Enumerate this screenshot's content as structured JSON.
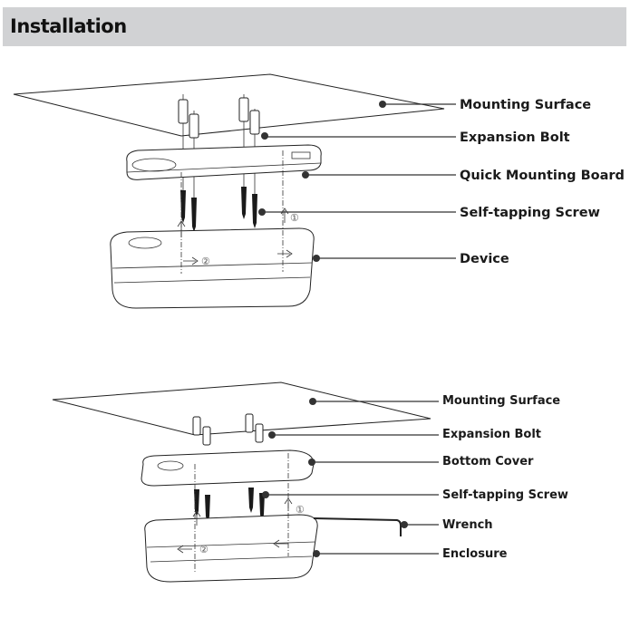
{
  "header": {
    "title": "Installation"
  },
  "diagram_top": {
    "callouts": [
      {
        "label": "Mounting Surface"
      },
      {
        "label": "Expansion Bolt"
      },
      {
        "label": "Quick Mounting Board"
      },
      {
        "label": "Self-tapping Screw"
      },
      {
        "label": "Device"
      }
    ],
    "step_markers": [
      "①",
      "②"
    ]
  },
  "diagram_bottom": {
    "callouts": [
      {
        "label": "Mounting Surface"
      },
      {
        "label": "Expansion Bolt"
      },
      {
        "label": "Bottom Cover"
      },
      {
        "label": "Self-tapping Screw"
      },
      {
        "label": "Wrench"
      },
      {
        "label": "Enclosure"
      }
    ],
    "step_markers": [
      "①",
      "②"
    ]
  }
}
